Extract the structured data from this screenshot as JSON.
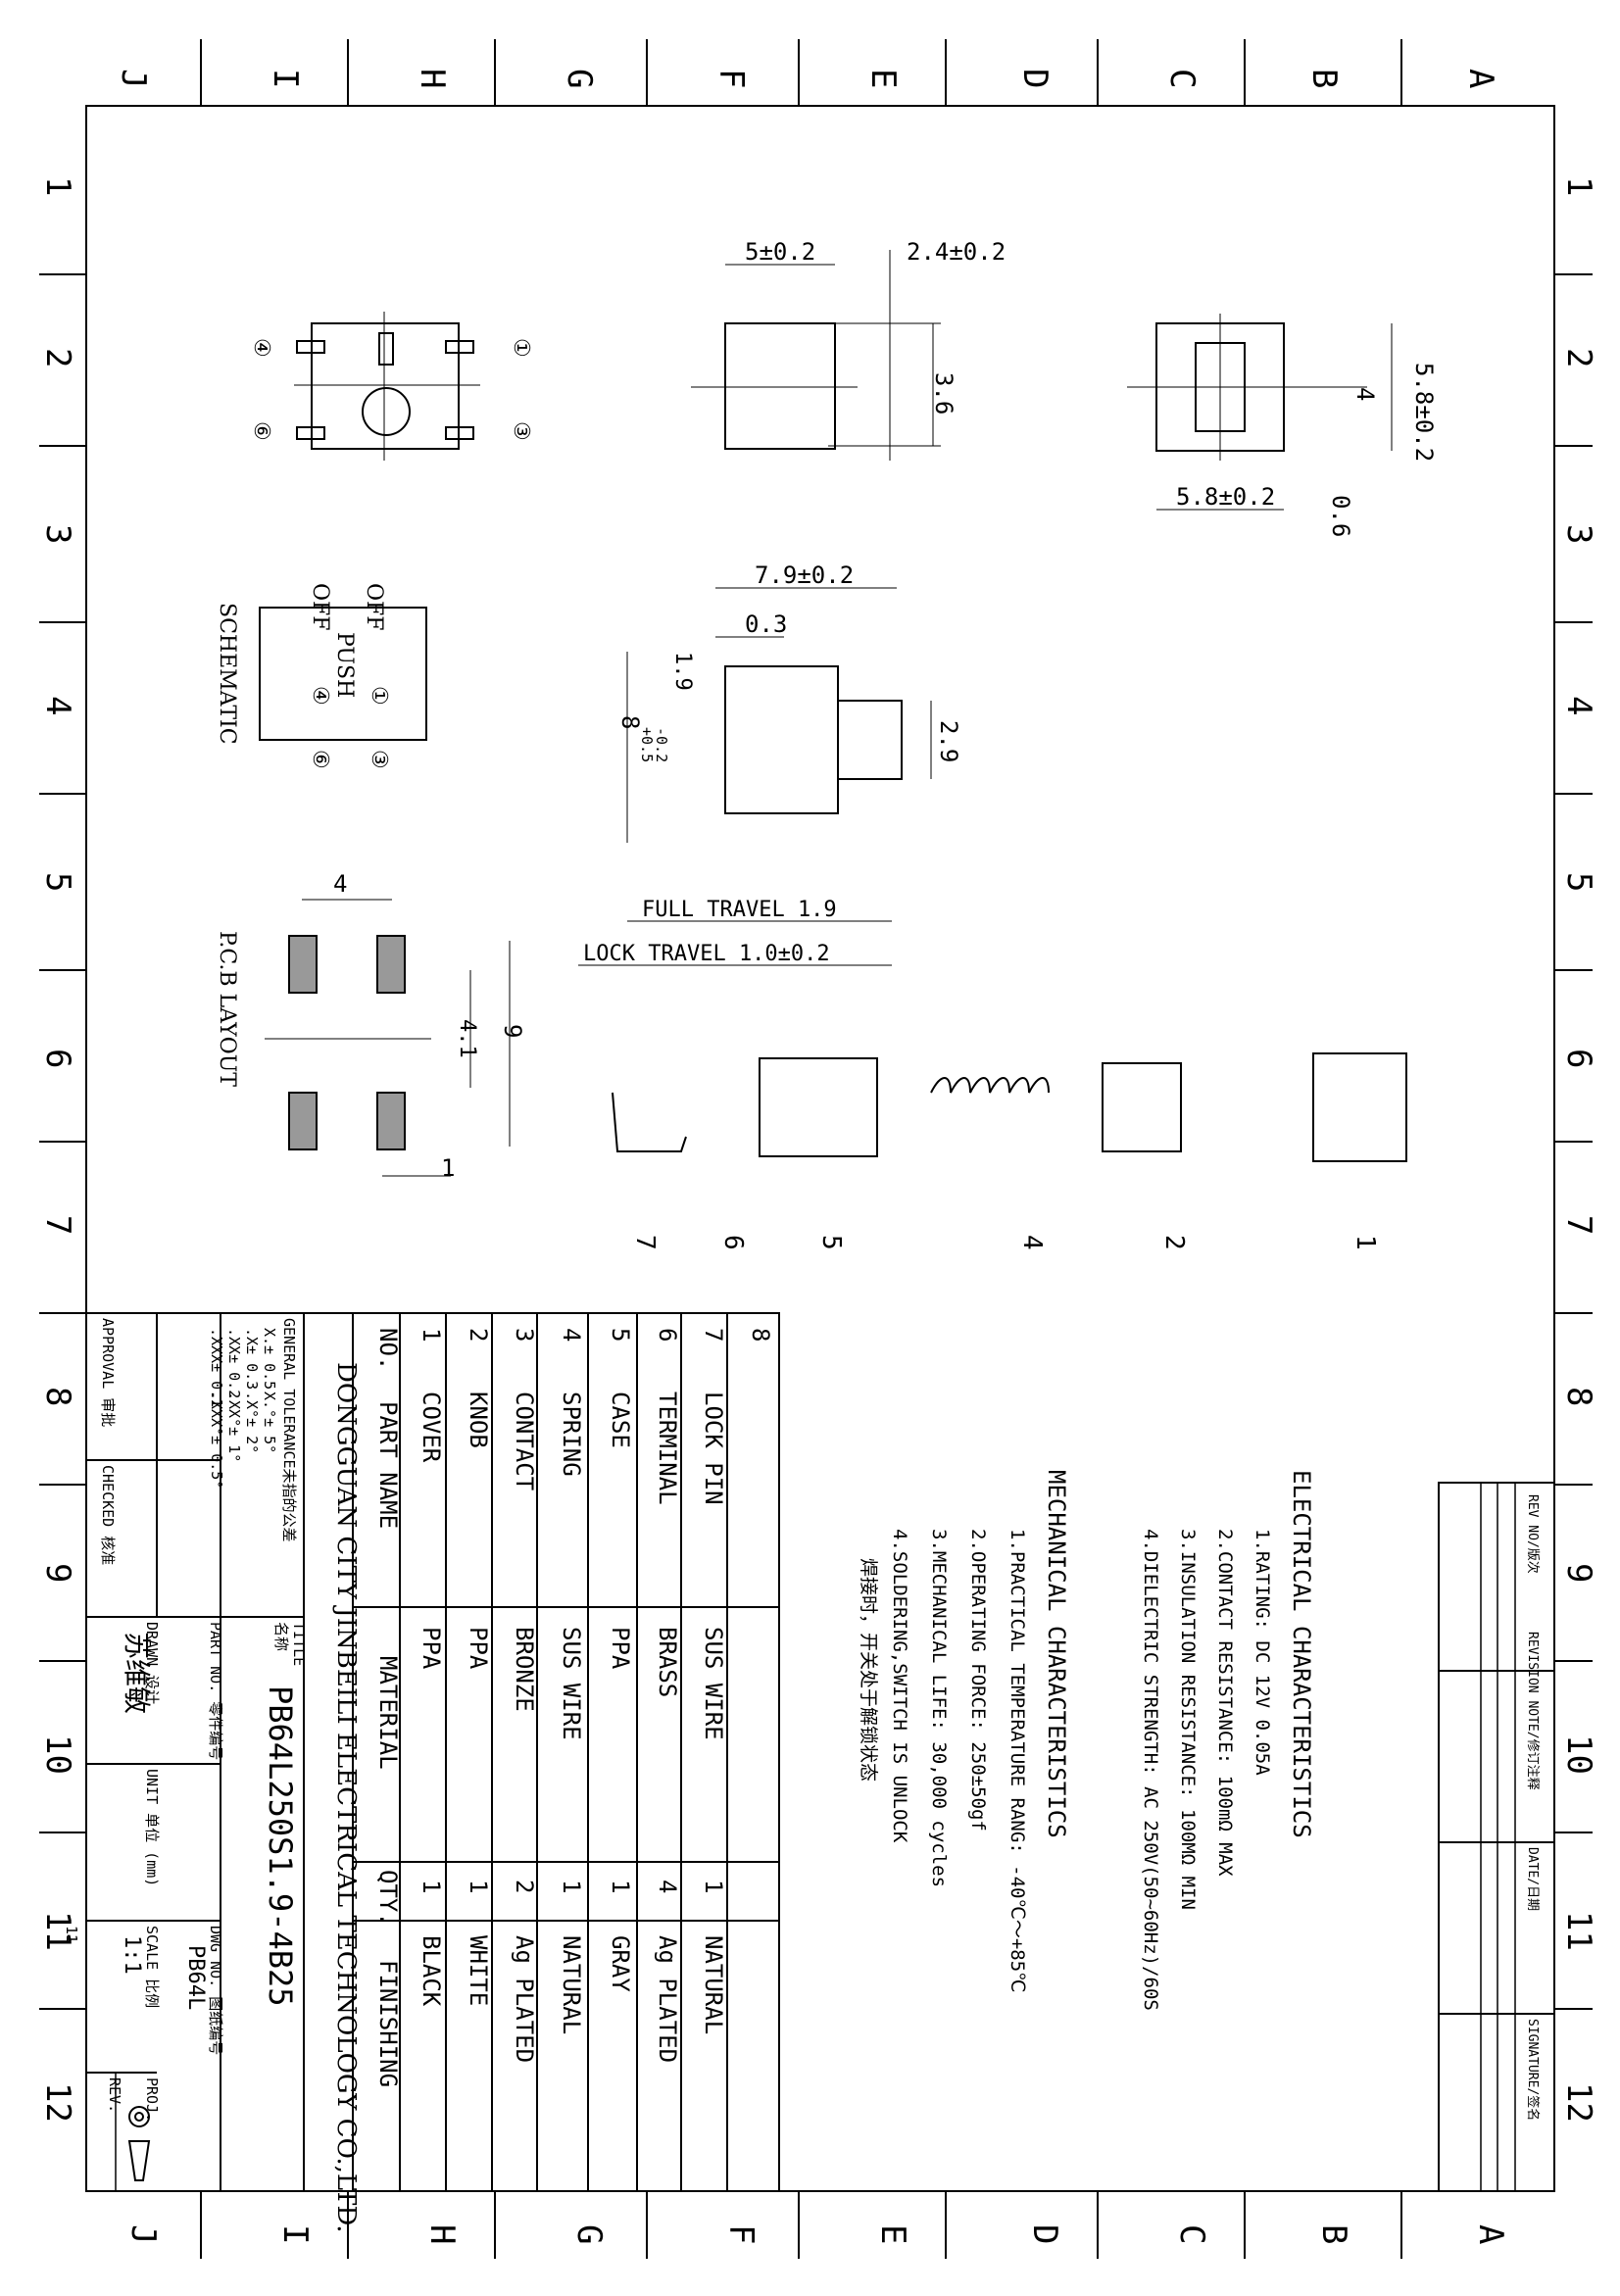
{
  "border": {
    "letters": [
      "A",
      "B",
      "C",
      "D",
      "E",
      "F",
      "G",
      "H",
      "I",
      "J"
    ],
    "numbers": [
      "1",
      "2",
      "3",
      "4",
      "5",
      "6",
      "7",
      "8",
      "9",
      "10",
      "11",
      "12"
    ]
  },
  "views": {
    "top": {
      "pins": [
        "④",
        "①",
        "⑥",
        "③"
      ]
    },
    "side": {
      "dim_width": "5±0.2",
      "dim_offset": "2.4±0.2",
      "dim_height": "3.6"
    },
    "end": {
      "dim_h": "5.8±0.2",
      "dim_w": "5.8±0.2",
      "dim_inner": "4",
      "dim_gap": "0.6"
    },
    "profile": {
      "dim_len": "7.9±0.2",
      "dim_step": "0.3",
      "dim_lead": "1.9",
      "dim_total": "8",
      "dim_tol_up": "+0.5",
      "dim_tol_dn": "-0.2",
      "dim_knob": "2.9",
      "full_travel": "FULL TRAVEL 1.9",
      "lock_travel": "LOCK TRAVEL 1.0±0.2"
    },
    "schematic": {
      "title": "SCHEMATIC",
      "off1": "OFF",
      "off2": "OFF",
      "push": "PUSH",
      "pins": [
        "④",
        "①",
        "⑥",
        "③"
      ]
    },
    "pcb": {
      "title": "P.C.B LAYOUT",
      "dim_4": "4",
      "dim_41": "4.1",
      "dim_9": "9",
      "dim_1": "1"
    },
    "exploded": {
      "callouts": [
        "7",
        "6",
        "5",
        "4",
        "2",
        "1"
      ]
    }
  },
  "revision_table": {
    "headers": [
      "REV NO/版次",
      "REVISION NOTE/修订注释",
      "DATE/日期",
      "SIGNATURE/签名"
    ]
  },
  "characteristics": {
    "electrical_title": "ELECTRICAL CHARACTERISTICS",
    "electrical": [
      "1.RATING: DC 12V 0.05A",
      "2.CONTACT RESISTANCE: 100mΩ MAX",
      "3.INSULATION RESISTANCE: 100MΩ MIN",
      "4.DIELECTRIC STRENGTH: AC 250V(50~60Hz)/60S"
    ],
    "mechanical_title": "MECHANICAL CHARACTERISTICS",
    "mechanical": [
      "1.PRACTICAL TEMPERATURE RANG: -40℃～+85℃",
      "2.OPERATING FORCE: 250±50gf",
      "3.MECHANICAL LIFE: 30,000 cycles",
      "4.SOLDERING,SWITCH IS UNLOCK",
      "焊接时，开关处于解锁状态"
    ]
  },
  "bom": {
    "headers": [
      "NO.",
      "PART NAME",
      "MATERIAL",
      "QTY.",
      "FINISHING"
    ],
    "rows": [
      [
        "1",
        "COVER",
        "PPA",
        "1",
        "BLACK"
      ],
      [
        "2",
        "KNOB",
        "PPA",
        "1",
        "WHITE"
      ],
      [
        "3",
        "CONTACT",
        "BRONZE",
        "2",
        "Ag PLATED"
      ],
      [
        "4",
        "SPRING",
        "SUS WIRE",
        "1",
        "NATURAL"
      ],
      [
        "5",
        "CASE",
        "PPA",
        "1",
        "GRAY"
      ],
      [
        "6",
        "TERMINAL",
        "BRASS",
        "4",
        "Ag PLATED"
      ],
      [
        "7",
        "LOCK PIN",
        "SUS WIRE",
        "1",
        "NATURAL"
      ],
      [
        "8",
        "",
        "",
        "",
        ""
      ]
    ]
  },
  "title_block": {
    "company": "DONGGUAN CITY JINBEILI ELECTRICAL TECHNOLOGY CO.,LTD.",
    "tolerance_title": "GENERAL TOLERANCE未指的公差",
    "tol": [
      [
        "X.± 0.5",
        "X.°± 5°"
      ],
      [
        ".X± 0.3",
        ".X°± 2°"
      ],
      [
        ".XX± 0.2",
        ".XX°± 1°"
      ],
      [
        ".XXX± 0.1",
        ".XXX°± 0.5°"
      ]
    ],
    "approval": "APPROVAL 审批",
    "checked": "CHECKED 核准",
    "title_label": "TITLE",
    "title_cn": "名称",
    "title_value": "PB64L250S1.9-4B25",
    "part_no": "PART NO. 零件编号",
    "dwg_no": "DWG NO. 图纸编号",
    "dwg_value": "PB64L",
    "drawn": "DRAWN 设计",
    "drawn_by": "苏维敏",
    "unit": "UNIT 单位 (mm)",
    "scale": "SCALE 比例",
    "scale_value": "1:1",
    "proj": "PROJ.",
    "rev": "REV.",
    "page_mark": "11"
  }
}
